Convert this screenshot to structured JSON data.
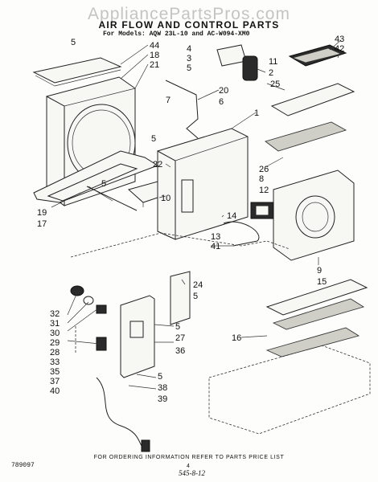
{
  "watermark": "AppliancePartsPros.com",
  "title": "AIR FLOW AND CONTROL PARTS",
  "models": "For Models: AQW 23L-10 and AC-W094-XM0",
  "footer": "FOR ORDERING INFORMATION REFER TO PARTS PRICE LIST",
  "doc_number": "789097",
  "page_number": "4",
  "handwritten_note": "545-8-12",
  "callouts": [
    "44",
    "18",
    "21",
    "5",
    "43",
    "42",
    "4",
    "3",
    "5",
    "11",
    "2",
    "25",
    "20",
    "6",
    "7",
    "1",
    "5",
    "22",
    "26",
    "8",
    "12",
    "5",
    "10",
    "14",
    "19",
    "17",
    "13",
    "41",
    "9",
    "15",
    "24",
    "5",
    "32",
    "31",
    "30",
    "29",
    "28",
    "33",
    "35",
    "37",
    "40",
    "5",
    "27",
    "36",
    "16",
    "5",
    "38",
    "39"
  ]
}
